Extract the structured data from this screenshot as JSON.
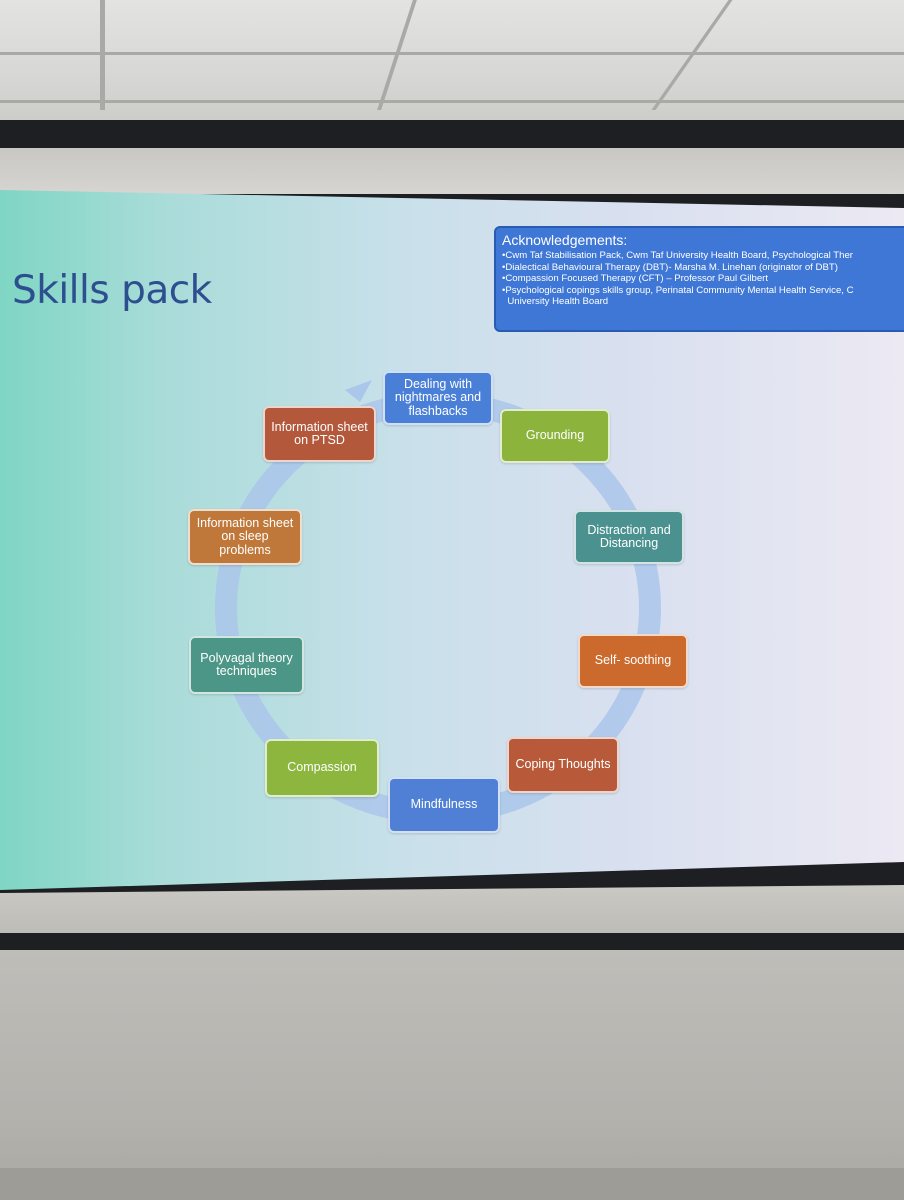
{
  "slide": {
    "title": "Skills pack",
    "acknowledgements": {
      "heading": "Acknowledgements:",
      "items": [
        "•Cwm Taf Stabilisation Pack, Cwm Taf University Health Board, Psychological Ther",
        "•Dialectical Behavioural Therapy (DBT)- Marsha M. Linehan (originator of DBT)",
        "•Compassion Focused Therapy (CFT) – Professor Paul Gilbert",
        "•Psychological copings skills group, Perinatal Community Mental Health Service, C",
        "  University Health Board"
      ]
    },
    "cycle": [
      {
        "label": "Dealing with nightmares and flashbacks",
        "color": "#4a7fd8"
      },
      {
        "label": "Grounding",
        "color": "#8cb33c"
      },
      {
        "label": "Distraction and Distancing",
        "color": "#4a918f"
      },
      {
        "label": "Self- soothing",
        "color": "#cc6a2e"
      },
      {
        "label": "Coping Thoughts",
        "color": "#b85a3a"
      },
      {
        "label": "Mindfulness",
        "color": "#4f80d6"
      },
      {
        "label": "Compassion",
        "color": "#8db63f"
      },
      {
        "label": "Polyvagal theory techniques",
        "color": "#4b9686"
      },
      {
        "label": "Information sheet on sleep problems",
        "color": "#c0773a"
      },
      {
        "label": "Information sheet on PTSD",
        "color": "#b4583c"
      }
    ],
    "ring_color": "#aac6ea"
  }
}
